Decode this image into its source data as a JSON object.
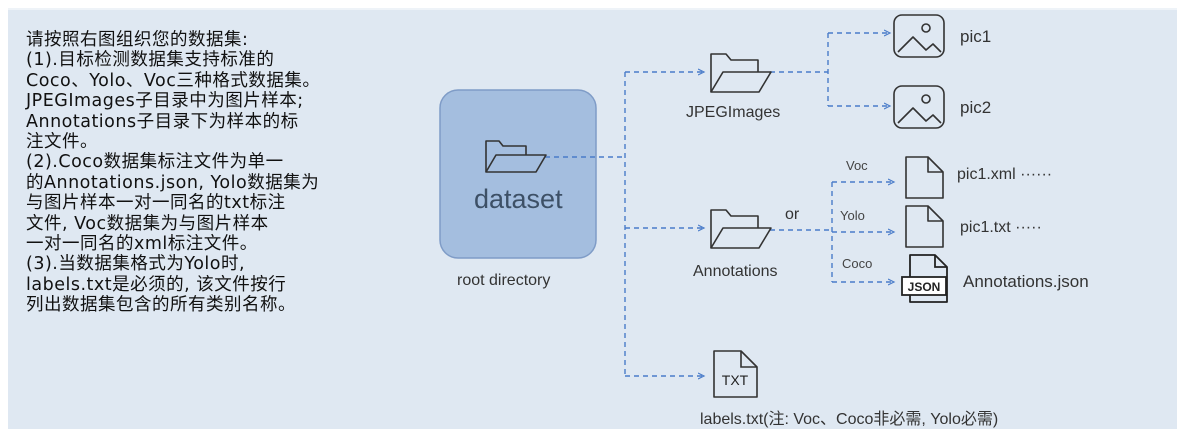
{
  "instructions": [
    "请按照右图组织您的数据集:",
    "(1).目标检测数据集支持标准的",
    "Coco、Yolo、Voc三种格式数据集。",
    "JPEGImages子目录中为图片样本;",
    "Annotations子目录下为样本的标",
    "注文件。",
    "(2).Coco数据集标注文件为单一",
    "的Annotations.json, Yolo数据集为",
    "与图片样本一对一同名的txt标注",
    "文件, Voc数据集为与图片样本",
    "一对一同名的xml标注文件。",
    "(3).当数据集格式为Yolo时,",
    "labels.txt是必须的, 该文件按行",
    "列出数据集包含的所有类别名称。"
  ],
  "diagram": {
    "dataset_label": "dataset",
    "root_label": "root directory",
    "jpeg_label": "JPEGImages",
    "annotations_label": "Annotations",
    "or_label": "or",
    "pic1_label": "pic1",
    "pic2_label": "pic2",
    "voc_label": "Voc",
    "yolo_label": "Yolo",
    "coco_label": "Coco",
    "xml_label": "pic1.xml ······",
    "txt_label": "pic1.txt ·····",
    "json_label": "Annotations.json",
    "json_badge": "JSON",
    "txt_badge": "TXT",
    "labels_label": "labels.txt(注: Voc、Coco非必需, Yolo必需)"
  },
  "colors": {
    "panel": "#dfe8f2",
    "dataset_box": "#a4bedf",
    "dashed_line": "#4a7cc9"
  }
}
